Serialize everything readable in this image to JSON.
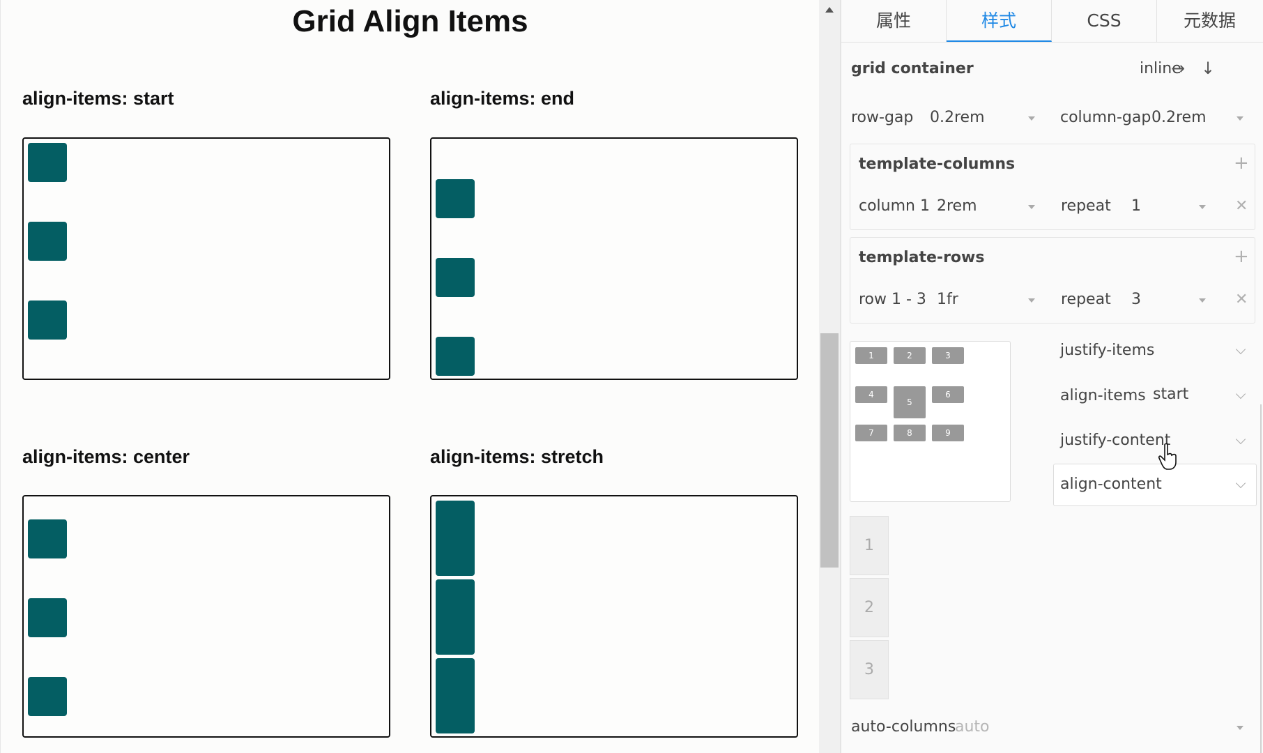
{
  "canvas": {
    "title": "Grid Align Items",
    "demos": [
      {
        "label": "align-items: start"
      },
      {
        "label": "align-items: end"
      },
      {
        "label": "align-items: center"
      },
      {
        "label": "align-items: stretch"
      }
    ],
    "cell_color": "#045e63"
  },
  "panel": {
    "tabs": [
      "属性",
      "样式",
      "CSS",
      "元数据"
    ],
    "active_tab": "样式",
    "header": {
      "title": "grid container",
      "display_value": "inline"
    },
    "row_gap": {
      "label": "row-gap",
      "value": "0.2rem"
    },
    "column_gap": {
      "label": "column-gap",
      "value": "0.2rem"
    },
    "template_columns": {
      "title": "template-columns",
      "item_label": "column 1",
      "size": "2rem",
      "repeat_label": "repeat",
      "repeat_value": "1"
    },
    "template_rows": {
      "title": "template-rows",
      "item_label": "row 1 - 3",
      "size": "1fr",
      "repeat_label": "repeat",
      "repeat_value": "3"
    },
    "preview_cells": [
      "1",
      "2",
      "3",
      "4",
      "5",
      "6",
      "7",
      "8",
      "9"
    ],
    "justify_items": {
      "label": "justify-items",
      "value": ""
    },
    "align_items": {
      "label": "align-items",
      "value": "start"
    },
    "justify_content": {
      "label": "justify-content",
      "value": ""
    },
    "align_content": {
      "label": "align-content",
      "value": ""
    },
    "row_tiles": [
      "1",
      "2",
      "3"
    ],
    "auto_columns": {
      "label": "auto-columns",
      "value": "auto"
    }
  }
}
